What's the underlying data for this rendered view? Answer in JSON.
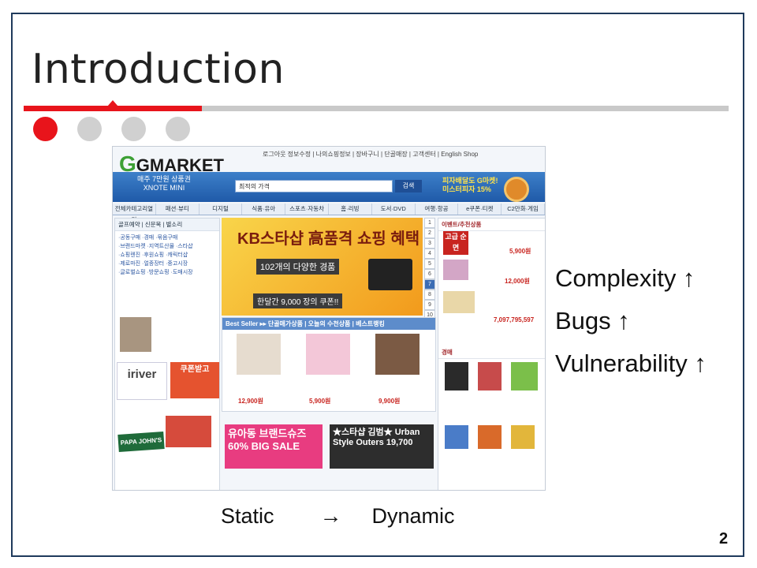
{
  "slide": {
    "title": "Introduction",
    "bullets": [
      {
        "text": "Complexity ↑"
      },
      {
        "text": "Bugs ↑"
      },
      {
        "text": "Vulnerability ↑"
      }
    ],
    "caption": {
      "left": "Static",
      "arrow": "→",
      "right": "Dynamic"
    },
    "page_number": "2",
    "colors": {
      "accent": "#e8141b",
      "rule_gray": "#c9c9c9",
      "frame": "#1f3a5c"
    }
  },
  "screenshot": {
    "logo": "GMARKET",
    "top_links": "로그아웃 정보수정 | 나의쇼핑정보 | 장바구니 | 단골매장 | 고객센터 | English Shop",
    "banner_left": "매주 7만원 상품권 XNOTE MINI",
    "search_value": "최적의 가격",
    "search_button": "검색",
    "banner_right": "피자배달도 G마켓! 미스터피자 15%",
    "nav_items": [
      "전체카테고리열기",
      "패션·뷰티",
      "디지털",
      "식품·유아",
      "스포츠·자동차",
      "홈·리빙",
      "도서·DVD",
      "여행·항공",
      "e쿠폰·티켓",
      "C2만화·게임"
    ],
    "left_head": "골프예약 | 신문복 | 별소리",
    "left_list": [
      "·공동구매  ·경매  ·묶음구매",
      "·브랜드마켓 ·지역트산물 ·스타샵",
      "·쇼핑렌진  ·후원쇼핑 ·캐릭터샵",
      "·제로마진  ·얼종장터 ·중고시장",
      "·글로벌쇼핑 ·방문쇼핑 ·도매시장"
    ],
    "promo_title": "KB스타샵 高품격 쇼핑 혜택",
    "promo_sub": "102개의 다양한 경품",
    "promo_sub2": "한달간 9,000 장의 쿠폰!!",
    "number_tabs": [
      "1",
      "2",
      "3",
      "4",
      "5",
      "6",
      "7",
      "8",
      "9",
      "10"
    ],
    "active_tab": "7",
    "best_seller_head": "Best Seller ▸▸  단골매가상품 | 오늘의 수천상품 | 베스트랭킹",
    "best_items": [
      "12,900원",
      "5,900원",
      "9,900원"
    ],
    "right_head": "이벤트/추천상품",
    "right_badge": "고급 순면",
    "right_price": "5,900원",
    "right_price2": "12,000원",
    "donation": "7,097,795,597",
    "auction_head": "경매",
    "iriver_label": "iriver",
    "coupon_label": "쿠폰받고",
    "papa_label": "PAPA JOHN'S",
    "sale_text": "유아동 브랜드슈즈 60% BIG SALE",
    "urban_text": "★스타샵 김범★ Urban Style Outers 19,700"
  }
}
